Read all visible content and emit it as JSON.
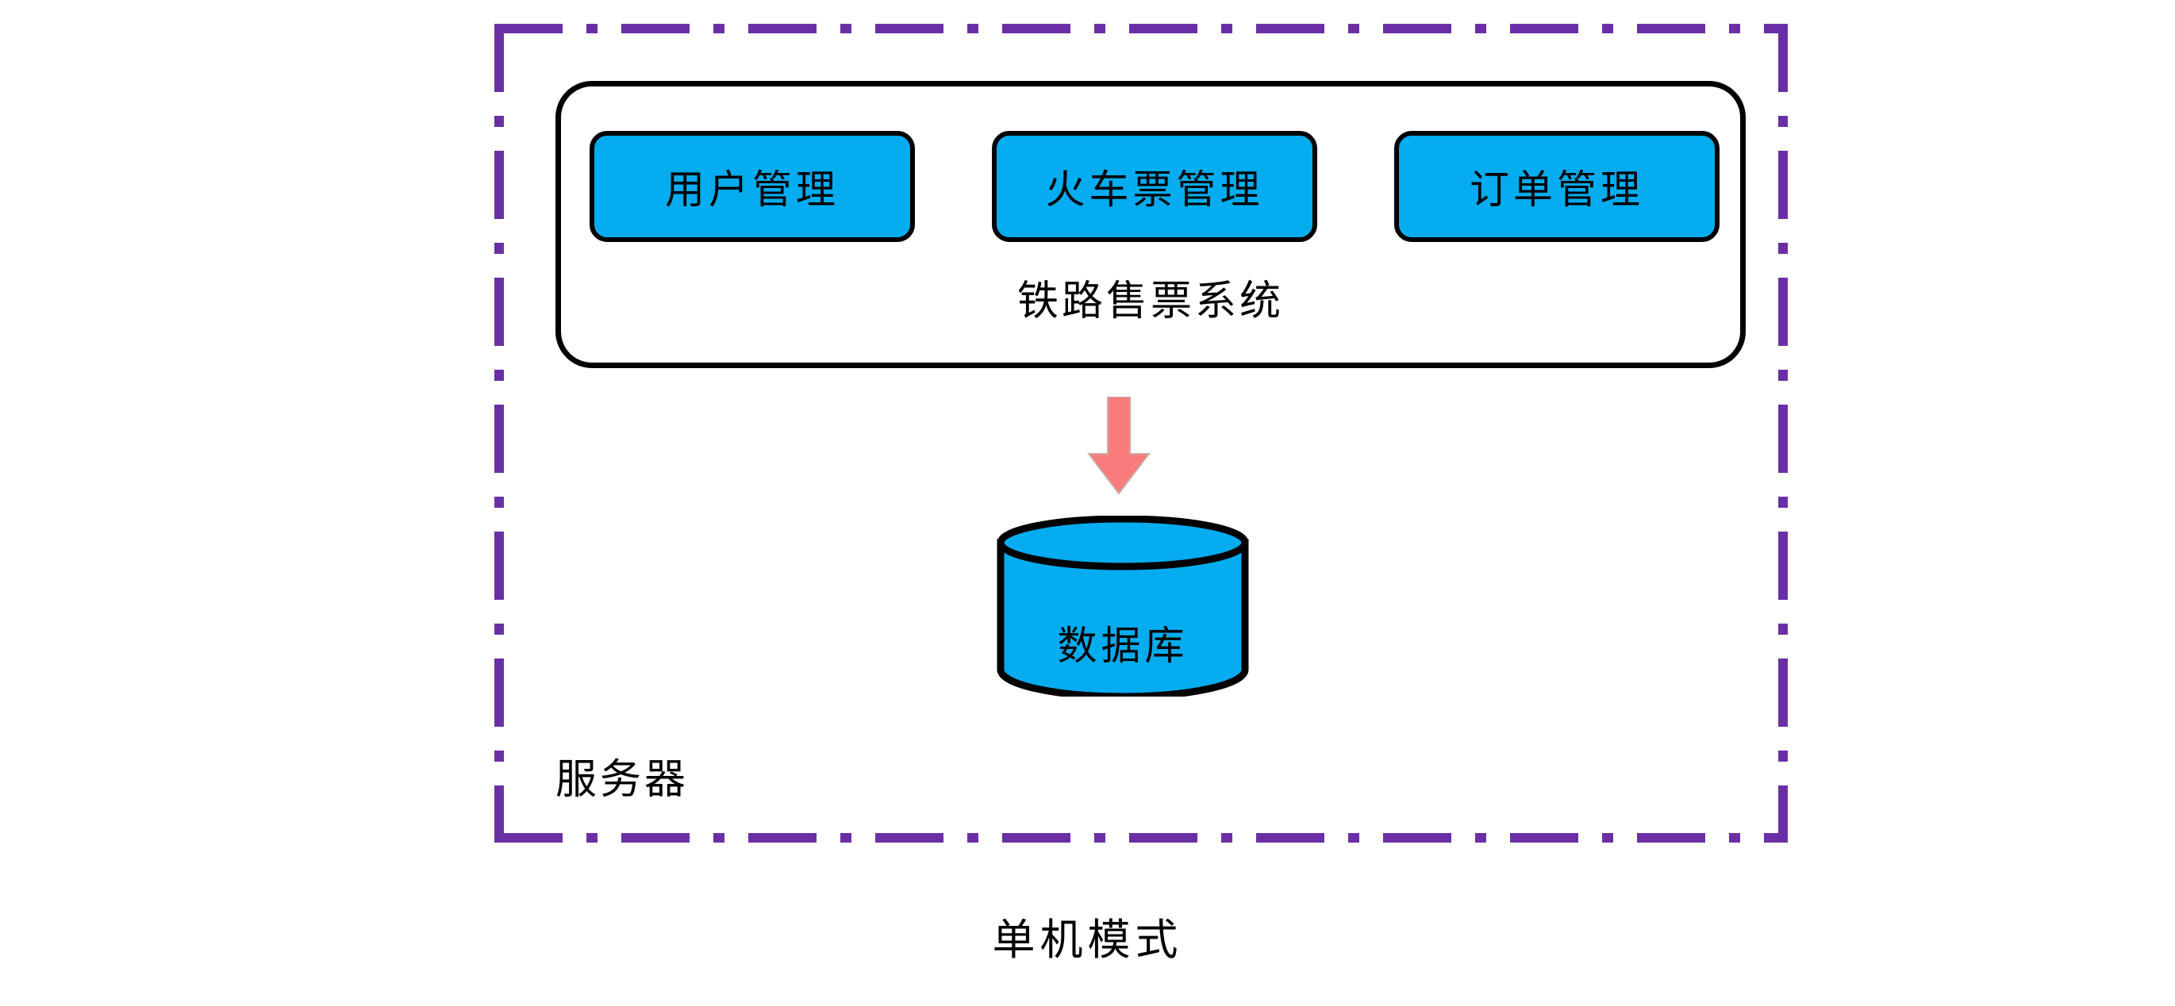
{
  "diagram": {
    "caption": "单机模式",
    "colors": {
      "boundary_purple": "#6B2FA5",
      "module_blue": "#05ACEF",
      "arrow_coral": "#F97B7B",
      "outline_black": "#000000",
      "background": "#FFFFFF"
    },
    "server": {
      "label": "服务器",
      "border_style": "dash-dot"
    },
    "application": {
      "label": "铁路售票系统",
      "modules": [
        {
          "label": "用户管理"
        },
        {
          "label": "火车票管理"
        },
        {
          "label": "订单管理"
        }
      ]
    },
    "arrow": {
      "icon": "arrow-down-icon",
      "direction": "down"
    },
    "database": {
      "label": "数据库",
      "icon": "database-cylinder-icon"
    }
  }
}
